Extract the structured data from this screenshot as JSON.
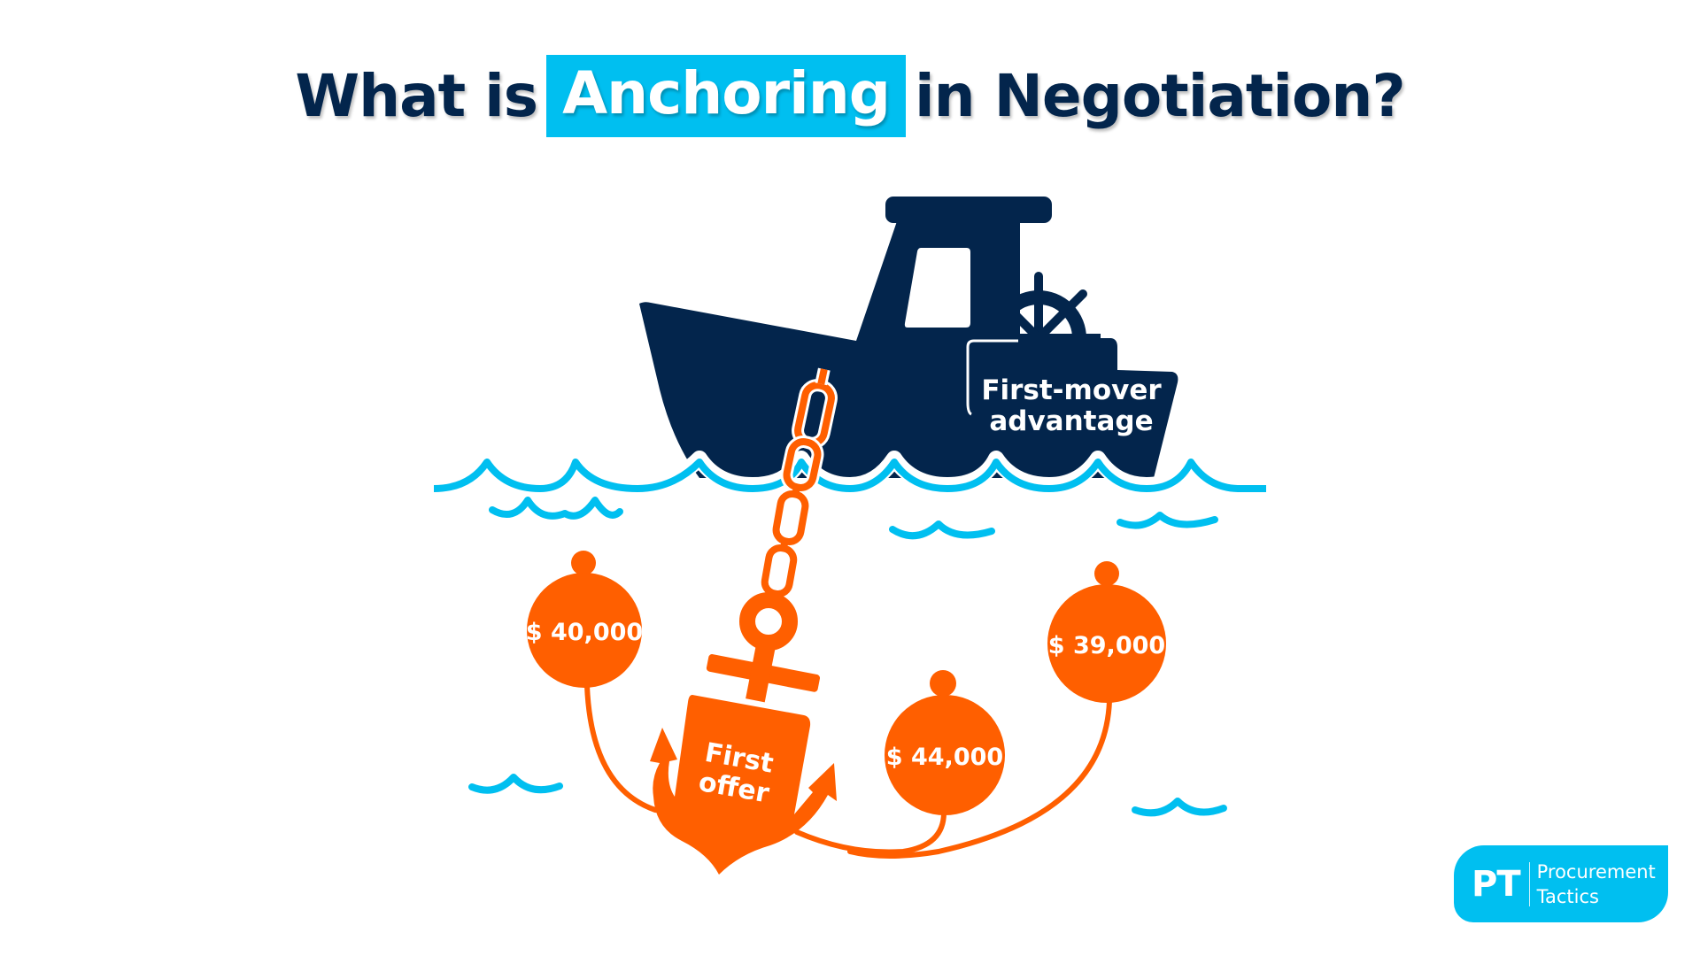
{
  "title": {
    "prefix": "What is",
    "highlight": "Anchoring",
    "suffix": "in Negotiation?"
  },
  "boat": {
    "label_line1": "First-mover",
    "label_line2": "advantage"
  },
  "anchor": {
    "label_line1": "First",
    "label_line2": "offer"
  },
  "buoys": [
    {
      "label": "$ 40,000"
    },
    {
      "label": "$ 44,000"
    },
    {
      "label": "$ 39,000"
    }
  ],
  "logo": {
    "mark": "PT",
    "line1": "Procurement",
    "line2": "Tactics"
  },
  "colors": {
    "navy": "#03254c",
    "orange": "#ff5f00",
    "cyan": "#00bff0"
  }
}
